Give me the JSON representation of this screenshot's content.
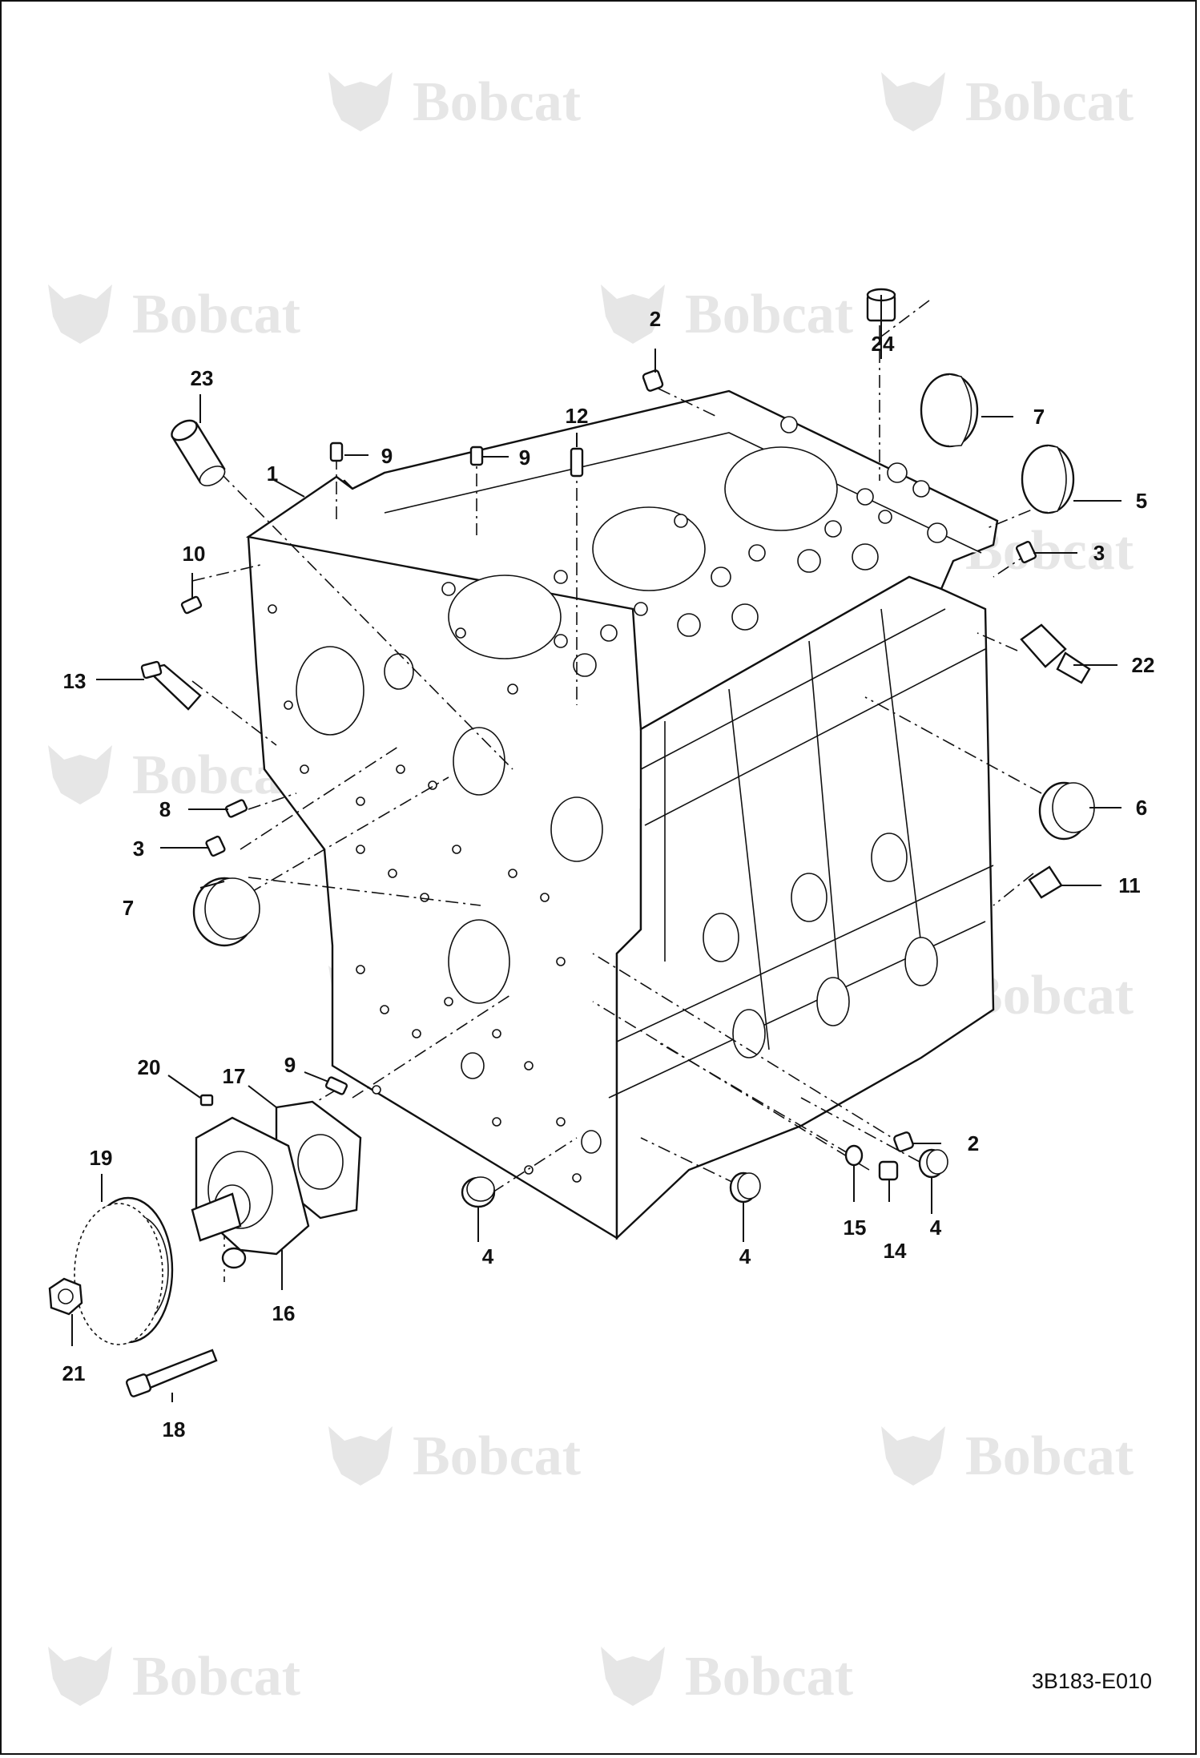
{
  "diagram": {
    "watermark": "Bobcat",
    "drawing_code": "3B183-E010",
    "callouts": [
      {
        "id": "c1",
        "label": "1"
      },
      {
        "id": "c2a",
        "label": "2"
      },
      {
        "id": "c2b",
        "label": "2"
      },
      {
        "id": "c3a",
        "label": "3"
      },
      {
        "id": "c3b",
        "label": "3"
      },
      {
        "id": "c4a",
        "label": "4"
      },
      {
        "id": "c4b",
        "label": "4"
      },
      {
        "id": "c4c",
        "label": "4"
      },
      {
        "id": "c5",
        "label": "5"
      },
      {
        "id": "c6",
        "label": "6"
      },
      {
        "id": "c7a",
        "label": "7"
      },
      {
        "id": "c7b",
        "label": "7"
      },
      {
        "id": "c8",
        "label": "8"
      },
      {
        "id": "c9a",
        "label": "9"
      },
      {
        "id": "c9b",
        "label": "9"
      },
      {
        "id": "c9c",
        "label": "9"
      },
      {
        "id": "c10",
        "label": "10"
      },
      {
        "id": "c11",
        "label": "11"
      },
      {
        "id": "c12",
        "label": "12"
      },
      {
        "id": "c13",
        "label": "13"
      },
      {
        "id": "c14",
        "label": "14"
      },
      {
        "id": "c15",
        "label": "15"
      },
      {
        "id": "c16",
        "label": "16"
      },
      {
        "id": "c17",
        "label": "17"
      },
      {
        "id": "c18",
        "label": "18"
      },
      {
        "id": "c19",
        "label": "19"
      },
      {
        "id": "c20",
        "label": "20"
      },
      {
        "id": "c21",
        "label": "21"
      },
      {
        "id": "c22",
        "label": "22"
      },
      {
        "id": "c23",
        "label": "23"
      },
      {
        "id": "c24",
        "label": "24"
      }
    ]
  }
}
